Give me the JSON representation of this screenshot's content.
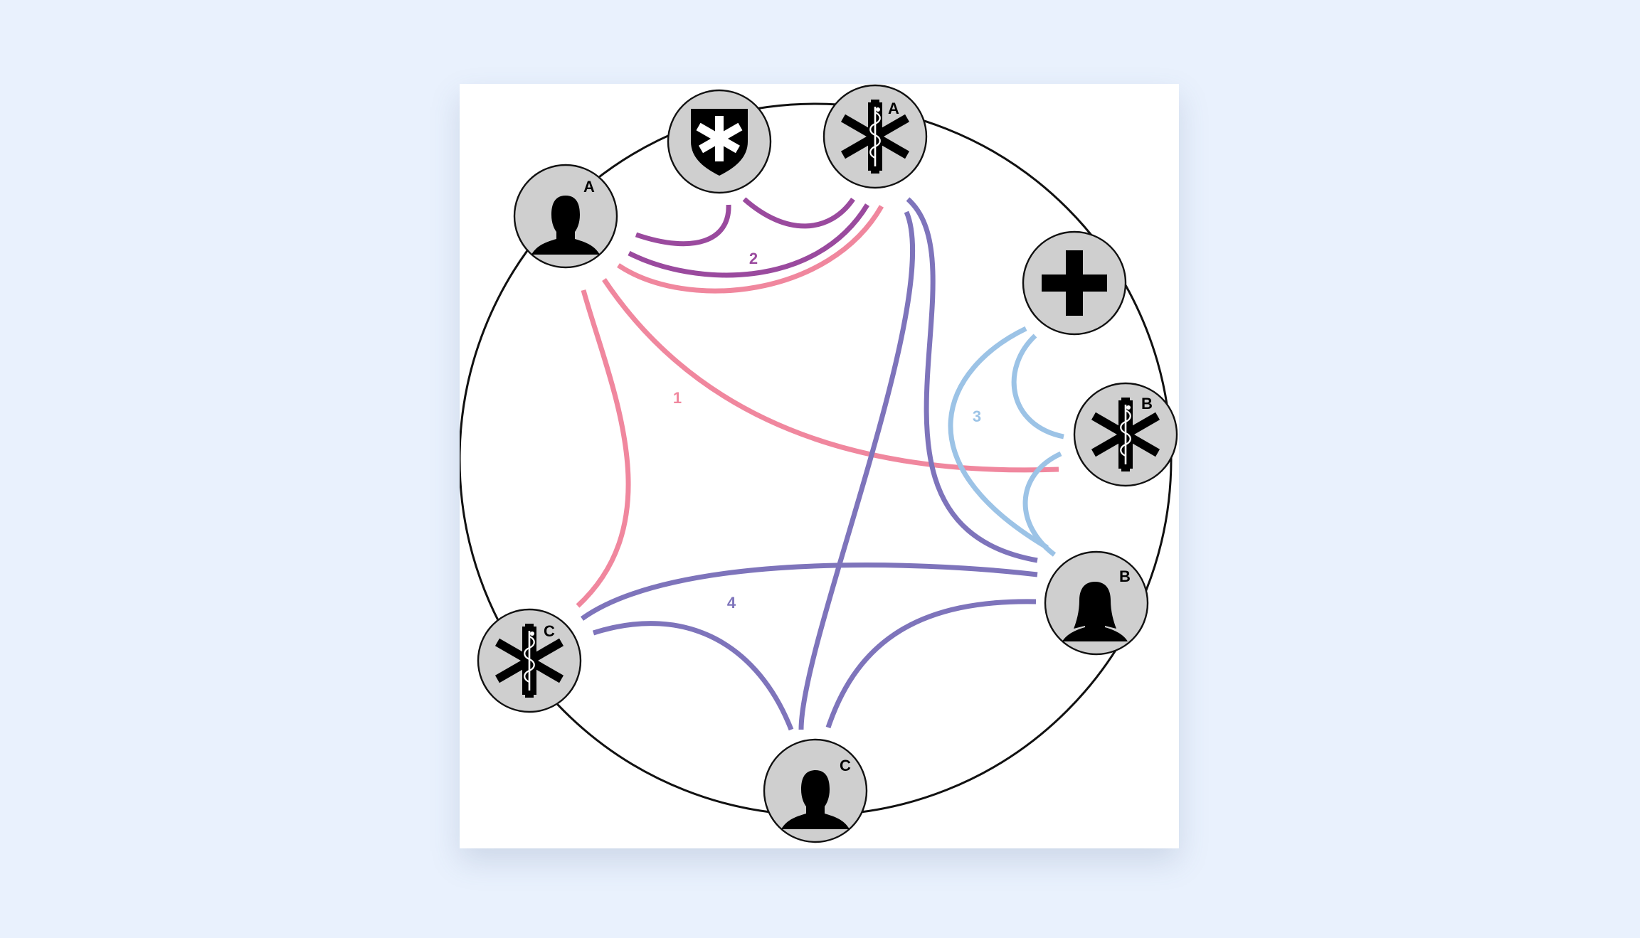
{
  "colors": {
    "background": "#e9f1fd",
    "card": "#ffffff",
    "ring": "#111111",
    "node_fill": "#cfcfcf",
    "group_1": "#f0879e",
    "group_2": "#9a4a9e",
    "group_3": "#9cc3e6",
    "group_4": "#7e74bb"
  },
  "nodes": [
    {
      "id": "person-a",
      "icon": "male-person-icon",
      "letter": "A"
    },
    {
      "id": "shield-star-of-life",
      "icon": "shield-star-of-life-icon",
      "letter": ""
    },
    {
      "id": "medic-a",
      "icon": "star-of-life-rod-icon",
      "letter": "A"
    },
    {
      "id": "red-cross",
      "icon": "medical-cross-icon",
      "letter": ""
    },
    {
      "id": "medic-b",
      "icon": "star-of-life-rod-icon",
      "letter": "B"
    },
    {
      "id": "person-b",
      "icon": "female-person-icon",
      "letter": "B"
    },
    {
      "id": "person-c",
      "icon": "male-person-icon",
      "letter": "C"
    },
    {
      "id": "medic-c",
      "icon": "star-of-life-rod-icon",
      "letter": "C"
    }
  ],
  "groups": [
    {
      "label": "1",
      "color": "#f0879e"
    },
    {
      "label": "2",
      "color": "#9a4a9e"
    },
    {
      "label": "3",
      "color": "#9cc3e6"
    },
    {
      "label": "4",
      "color": "#7e74bb"
    }
  ]
}
